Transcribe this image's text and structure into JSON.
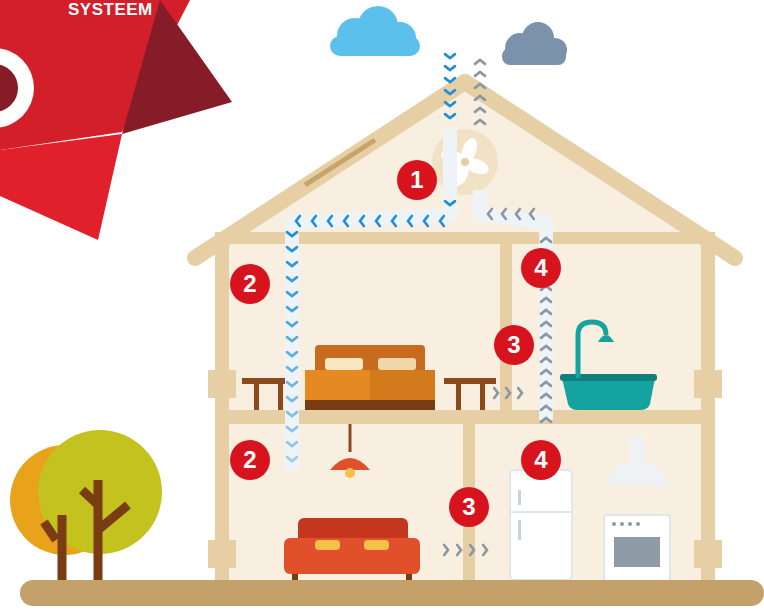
{
  "diagram": {
    "labels": [
      "SYSTEEM",
      "1",
      "2",
      "4",
      "3",
      "2",
      "4",
      "3"
    ]
  }
}
